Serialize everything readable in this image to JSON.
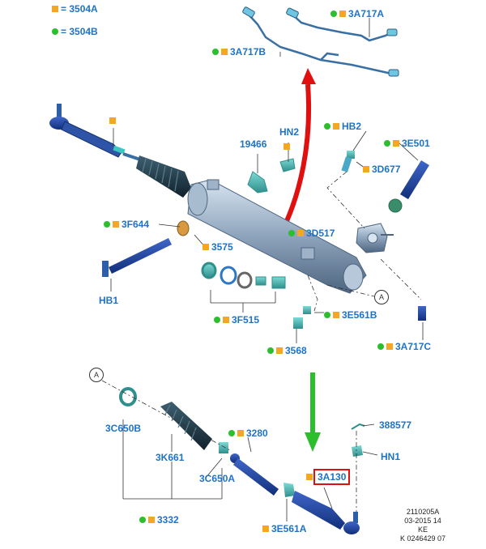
{
  "legend": {
    "square": "= 3504A",
    "dot": "= 3504B"
  },
  "colors": {
    "label": "#1E73C8",
    "square_marker": "#F5A623",
    "dot_marker": "#2DBE2D",
    "red_arrow": "#E01010",
    "green_arrow": "#2DBE2D"
  },
  "labels": {
    "p3A717A": "3A717A",
    "p3A717B": "3A717B",
    "p19466": "19466",
    "pHN2": "HN2",
    "pHB2": "HB2",
    "p3E501": "3E501",
    "p3D677": "3D677",
    "p3F644": "3F644",
    "p3D517": "3D517",
    "p3575": "3575",
    "pHB1": "HB1",
    "p3F515": "3F515",
    "p3E561B": "3E561B",
    "p3568": "3568",
    "p3A717C": "3A717C",
    "p388577": "388577",
    "pHN1": "HN1",
    "p3C650B": "3C650B",
    "p3K661": "3K661",
    "p3280": "3280",
    "p3C650A": "3C650A",
    "p3A130": "3A130",
    "p3332": "3332",
    "p3E561A": "3E561A"
  },
  "callouts": {
    "a1": "A",
    "a2": "A"
  },
  "footer": {
    "line1": "2110205A",
    "line2": "03-2015 14",
    "line3": "KE",
    "line4": "K 0246429 07"
  },
  "icons": [
    "square-marker-icon",
    "dot-marker-icon",
    "red-arrow-icon",
    "green-arrow-icon"
  ]
}
